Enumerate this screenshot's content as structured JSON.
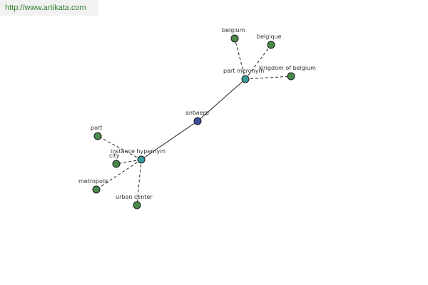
{
  "watermark": {
    "url_text": "http://www.artikata.com"
  },
  "colors": {
    "center_node": "#3a4d99",
    "hub_node": "#3a9a9a",
    "leaf_node": "#4a8a4a"
  },
  "graph": {
    "nodes": [
      {
        "id": "antwerp",
        "label": "antwerp",
        "kind": "center"
      },
      {
        "id": "part-meronym",
        "label": "part meronym",
        "kind": "hub"
      },
      {
        "id": "instance-hypernym",
        "label": "instance hypernym",
        "kind": "hub"
      },
      {
        "id": "belgium",
        "label": "belgium",
        "kind": "leaf"
      },
      {
        "id": "belgique",
        "label": "belgique",
        "kind": "leaf"
      },
      {
        "id": "kingdom-of-belgium",
        "label": "kingdom of belgium",
        "kind": "leaf"
      },
      {
        "id": "port",
        "label": "port",
        "kind": "leaf"
      },
      {
        "id": "city",
        "label": "city",
        "kind": "leaf"
      },
      {
        "id": "metropolis",
        "label": "metropolis",
        "kind": "leaf"
      },
      {
        "id": "urban-center",
        "label": "urban center",
        "kind": "leaf"
      }
    ],
    "edges": [
      {
        "from": "antwerp",
        "to": "part-meronym",
        "style": "solid"
      },
      {
        "from": "antwerp",
        "to": "instance-hypernym",
        "style": "solid"
      },
      {
        "from": "part-meronym",
        "to": "belgium",
        "style": "dashed"
      },
      {
        "from": "part-meronym",
        "to": "belgique",
        "style": "dashed"
      },
      {
        "from": "part-meronym",
        "to": "kingdom-of-belgium",
        "style": "dashed"
      },
      {
        "from": "instance-hypernym",
        "to": "port",
        "style": "dashed"
      },
      {
        "from": "instance-hypernym",
        "to": "city",
        "style": "dashed"
      },
      {
        "from": "instance-hypernym",
        "to": "metropolis",
        "style": "dashed"
      },
      {
        "from": "instance-hypernym",
        "to": "urban-center",
        "style": "dashed"
      }
    ]
  }
}
